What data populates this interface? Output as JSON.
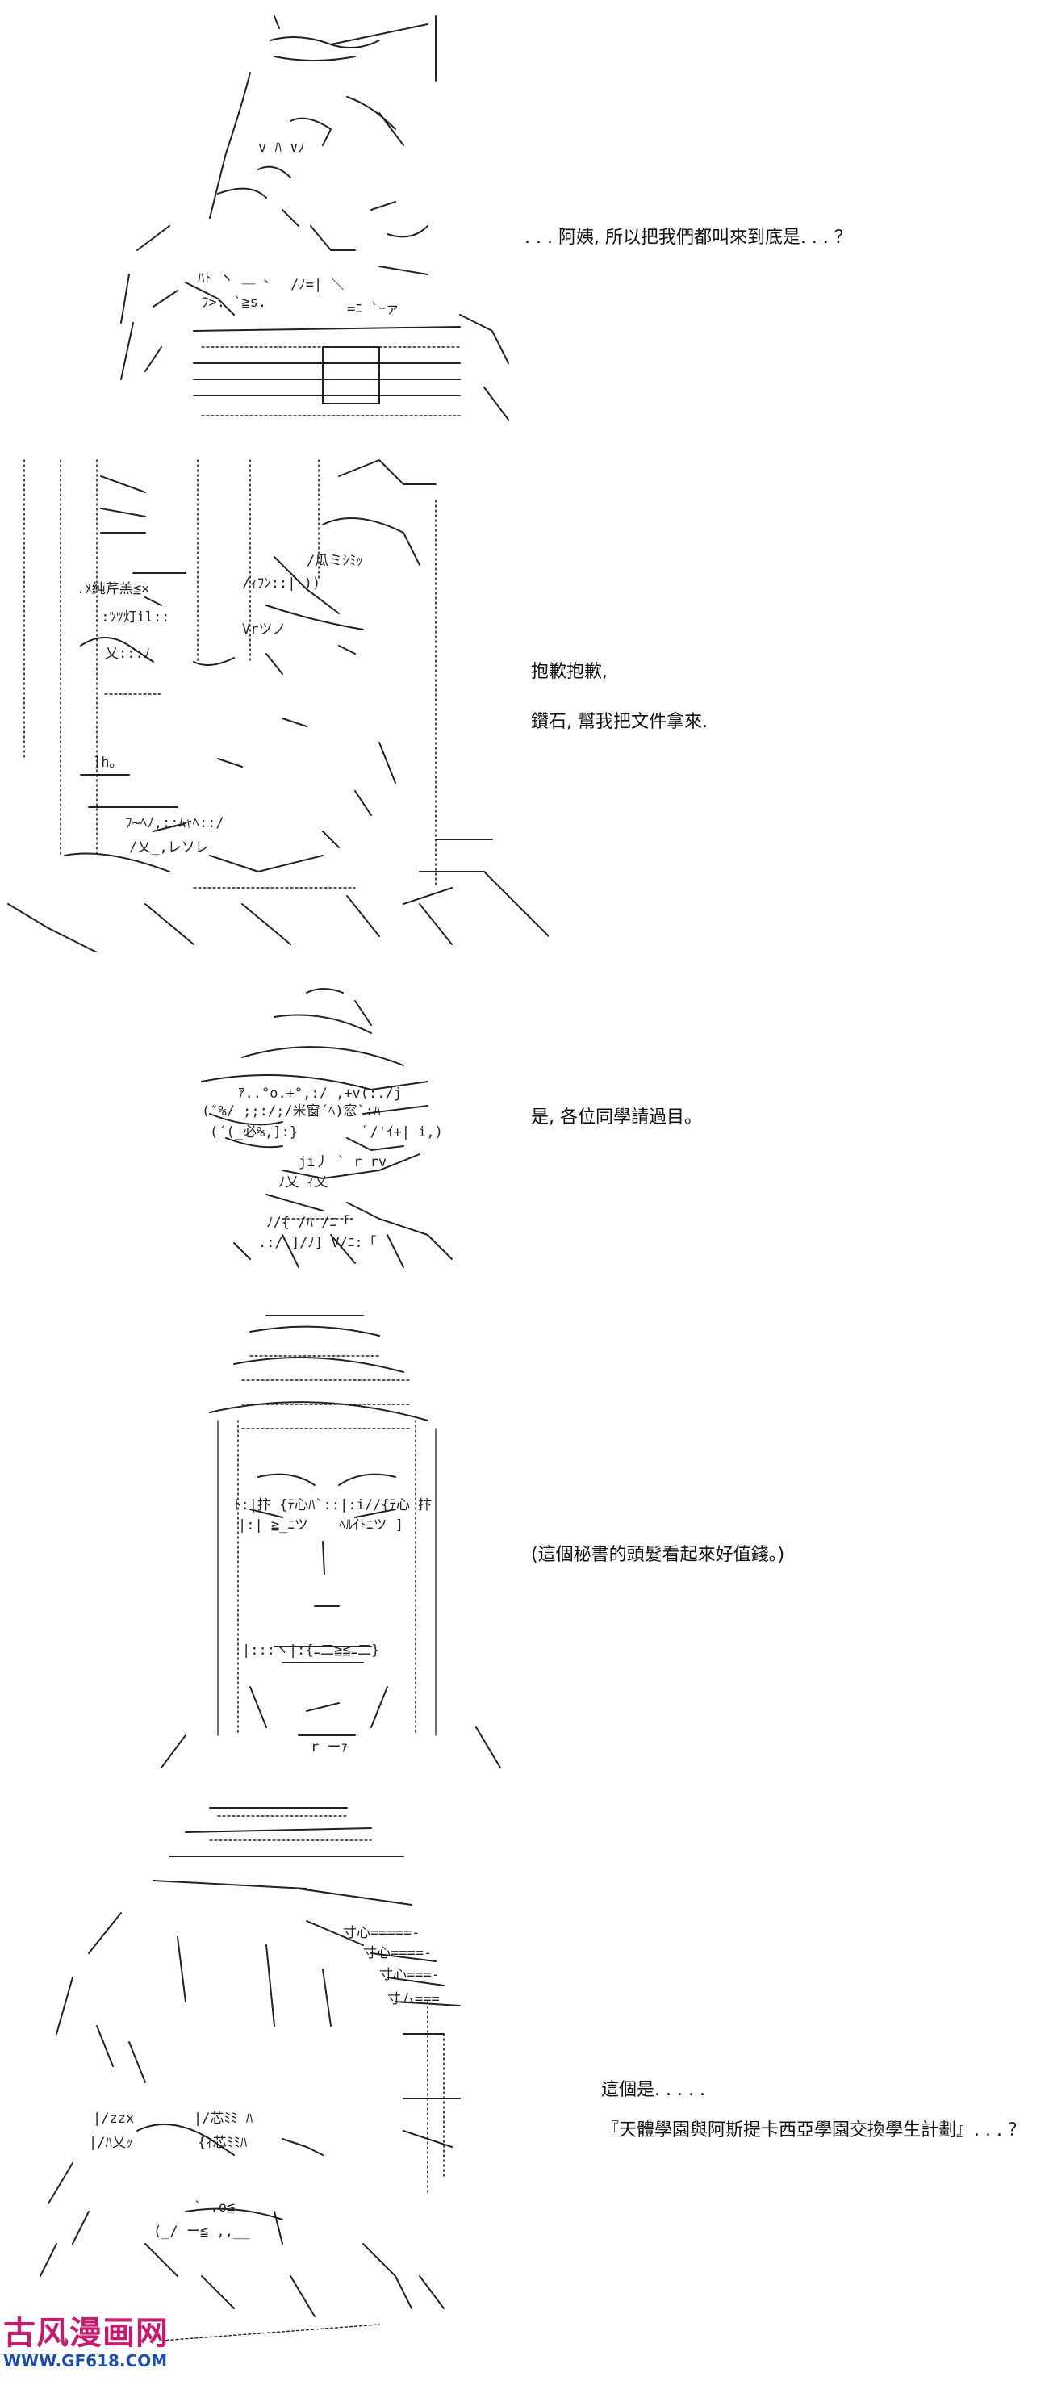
{
  "panels": [
    {
      "lines": [
        ". . . 阿姨, 所以把我們都叫來到底是. . . ？"
      ]
    },
    {
      "lines": [
        "抱歉抱歉,",
        "鑽石, 幫我把文件拿來."
      ]
    },
    {
      "lines": [
        "是, 各位同學請過目。"
      ]
    },
    {
      "lines": [
        "(這個秘書的頭髮看起來好值錢。)"
      ]
    },
    {
      "lines": [
        "這個是. . . . .",
        "『天體學園與阿斯提卡西亞學園交換學生計劃』. . . ？"
      ]
    }
  ],
  "watermark": {
    "title": "古风漫画网",
    "url": "WWW.GF618.COM"
  }
}
